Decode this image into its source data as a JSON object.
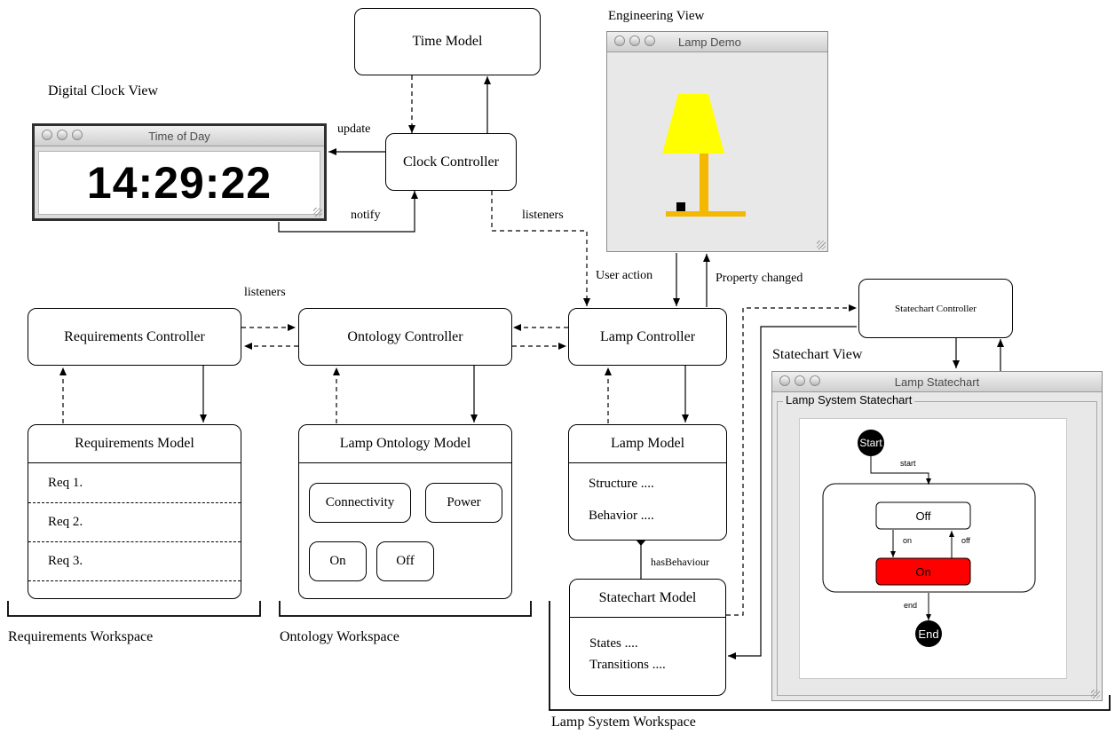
{
  "labels": {
    "digital_clock_view": "Digital Clock View",
    "engineering_view": "Engineering View",
    "statechart_view": "Statechart View",
    "update": "update",
    "notify": "notify",
    "listeners_top": "listeners",
    "listeners_left": "listeners",
    "user_action": "User action",
    "property_changed": "Property changed",
    "has_behaviour": "hasBehaviour"
  },
  "nodes": {
    "time_model": "Time Model",
    "clock_controller": "Clock Controller",
    "requirements_controller": "Requirements Controller",
    "ontology_controller": "Ontology Controller",
    "lamp_controller": "Lamp Controller",
    "statechart_controller": "Statechart Controller"
  },
  "requirements_model": {
    "title": "Requirements Model",
    "rows": [
      "Req 1.",
      "Req 2.",
      "Req 3.",
      ""
    ]
  },
  "ontology_model": {
    "title": "Lamp Ontology Model",
    "items": [
      "Connectivity",
      "Power",
      "On",
      "Off"
    ]
  },
  "lamp_model": {
    "title": "Lamp Model",
    "items": [
      "Structure ....",
      "Behavior ...."
    ]
  },
  "statechart_model": {
    "title": "Statechart Model",
    "items": [
      "States ....",
      "Transitions ...."
    ]
  },
  "clock_window": {
    "title": "Time of Day",
    "time": "14:29:22"
  },
  "lamp_window": {
    "title": "Lamp Demo",
    "shade_color": "#ffff00",
    "stand_color": "#f5b800"
  },
  "statechart_window": {
    "title": "Lamp Statechart",
    "group_label": "Lamp System Statechart",
    "states": {
      "start": "Start",
      "off": "Off",
      "on": "On",
      "end": "End"
    },
    "transitions": {
      "start": "start",
      "on": "on",
      "off": "off",
      "end": "end"
    },
    "on_color": "#ff0000"
  },
  "workspaces": {
    "requirements": "Requirements Workspace",
    "ontology": "Ontology Workspace",
    "lamp_system": "Lamp System Workspace"
  }
}
